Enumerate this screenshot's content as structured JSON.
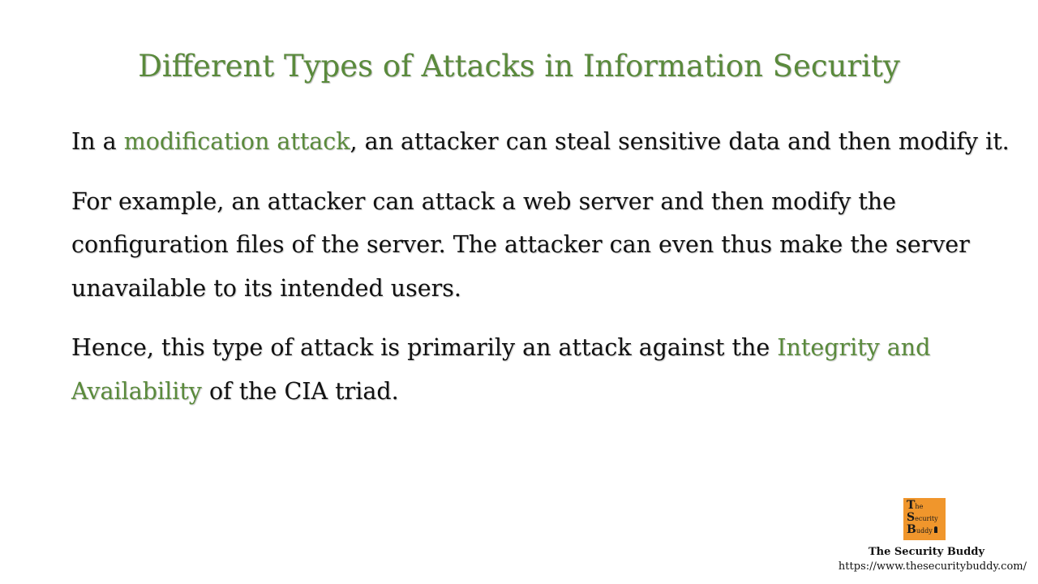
{
  "slide": {
    "title": "Different Types of Attacks in Information Security",
    "paragraphs": {
      "p1": {
        "before": "In a ",
        "highlight": "modification attack",
        "after": ", an attacker can steal sensitive data and then modify it."
      },
      "p2": {
        "text": "For example, an attacker can attack a web server and then modify the configuration files of the server. The attacker can even thus make the server unavailable to its intended users."
      },
      "p3": {
        "before": "Hence, this type of attack is primarily an attack against the ",
        "highlight": "Integrity and Availability",
        "after": " of the CIA triad."
      }
    }
  },
  "branding": {
    "logo_letters": {
      "line1_big": "T",
      "line1_small": "he",
      "line2_big": "S",
      "line2_small": "ecurity",
      "line3_big": "B",
      "line3_small": "uddy"
    },
    "name": "The Security Buddy",
    "url": "https://www.thesecuritybuddy.com/"
  },
  "colors": {
    "accent_green": "#5a8a3c",
    "logo_orange": "#f0962c",
    "text": "#111111",
    "background": "#ffffff"
  }
}
